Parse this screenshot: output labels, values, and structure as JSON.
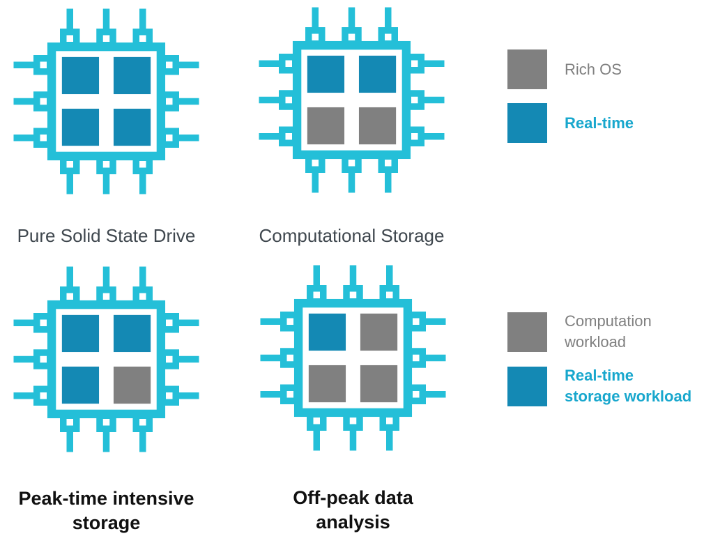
{
  "colors": {
    "background": "#ffffff",
    "chip_outline": "#24bfd8",
    "core_realtime": "#1489b4",
    "core_rich": "#808080",
    "legend_gray_text": "#808080",
    "legend_blue_text": "#18a7cd",
    "caption_top": "#3f474e",
    "caption_bottom": "#101010"
  },
  "chips": [
    {
      "label": "Pure Solid State Drive",
      "cores": [
        "realtime",
        "realtime",
        "realtime",
        "realtime"
      ]
    },
    {
      "label": "Computational Storage",
      "cores": [
        "realtime",
        "realtime",
        "rich",
        "rich"
      ]
    },
    {
      "label": "Peak-time intensive\nstorage",
      "cores": [
        "realtime",
        "realtime",
        "realtime",
        "rich"
      ]
    },
    {
      "label": "Off-peak data analysis",
      "cores": [
        "realtime",
        "rich",
        "rich",
        "rich"
      ]
    }
  ],
  "legends": [
    {
      "items": [
        {
          "swatch": "rich",
          "label": "Rich OS",
          "text_style": "gray",
          "bold": false
        },
        {
          "swatch": "realtime",
          "label": "Real-time",
          "text_style": "blue",
          "bold": true
        }
      ]
    },
    {
      "items": [
        {
          "swatch": "rich",
          "label": "Computation\nworkload",
          "text_style": "gray",
          "bold": false
        },
        {
          "swatch": "realtime",
          "label": "Real-time\nstorage workload",
          "text_style": "blue",
          "bold": true
        }
      ]
    }
  ]
}
